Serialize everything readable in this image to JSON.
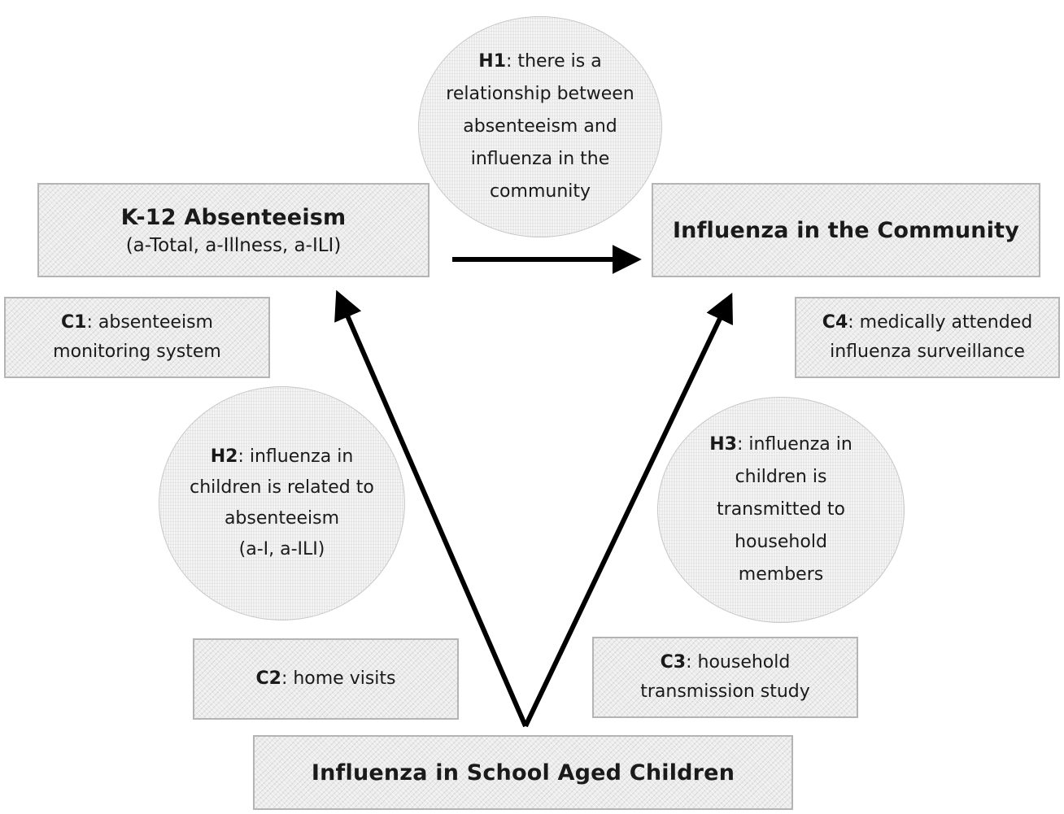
{
  "nodes": {
    "absenteeism": {
      "title": "K-12 Absenteeism",
      "subtitle": "(a-Total, a-Illness, a-ILI)"
    },
    "community": {
      "title": "Influenza in the Community"
    },
    "children": {
      "title": "Influenza in School Aged Children"
    }
  },
  "hypotheses": {
    "h1": {
      "label": "H1",
      "lines": [
        ": there is a",
        "relationship between",
        "absenteeism and",
        "influenza in the",
        "community"
      ]
    },
    "h2": {
      "label": "H2",
      "lines": [
        ": influenza in",
        "children is related to",
        "absenteeism",
        "(a-I, a-ILI)"
      ]
    },
    "h3": {
      "label": "H3",
      "lines": [
        ": influenza in",
        "children is",
        "transmitted to",
        "household",
        "members"
      ]
    }
  },
  "components": {
    "c1": {
      "label": "C1",
      "lines": [
        ": absenteeism",
        "monitoring system"
      ]
    },
    "c2": {
      "label": "C2",
      "lines": [
        ": home visits"
      ]
    },
    "c3": {
      "label": "C3",
      "lines": [
        ": household",
        "transmission study"
      ]
    },
    "c4": {
      "label": "C4",
      "lines": [
        ": medically attended",
        "influenza surveillance"
      ]
    }
  },
  "edges": [
    {
      "from": "absenteeism",
      "to": "community"
    },
    {
      "from": "children",
      "to": "absenteeism"
    },
    {
      "from": "children",
      "to": "community"
    }
  ],
  "colors": {
    "arrow": "#000000",
    "fill": "#ececec",
    "border": "#b4b4b4"
  }
}
